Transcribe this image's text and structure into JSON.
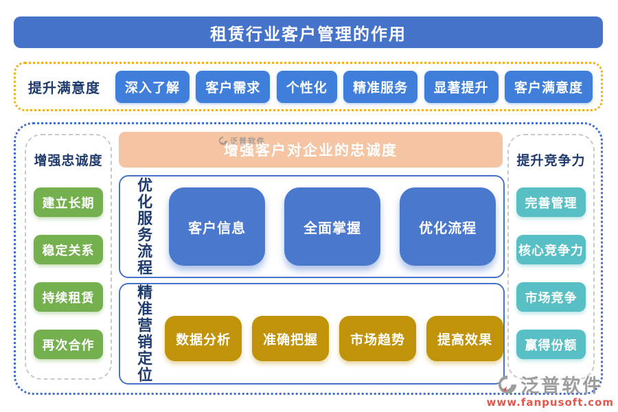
{
  "title": "租赁行业客户管理的作用",
  "satisfaction": {
    "label": "提升满意度",
    "buttons": [
      "深入了解",
      "客户需求",
      "个性化",
      "精准服务",
      "显著提升",
      "客户满意度"
    ]
  },
  "loyalty": {
    "label": "增强忠诚度",
    "buttons": [
      "建立长期",
      "稳定关系",
      "持续租赁",
      "再次合作"
    ]
  },
  "competitiveness": {
    "label": "提升竞争力",
    "buttons": [
      "完善管理",
      "核心竞争力",
      "市场竞争",
      "赢得份额"
    ]
  },
  "center": {
    "banner": "增强客户对企业的忠诚度",
    "service_box": {
      "label": "优化服务流程",
      "tiles": [
        "客户信息",
        "全面掌握",
        "优化流程"
      ]
    },
    "marketing_box": {
      "label": "精准营销定位",
      "buttons": [
        "数据分析",
        "准确把握",
        "市场趋势",
        "提高效果"
      ]
    }
  },
  "watermark": {
    "brand": "泛普软件",
    "url": "www.fanpusoft.com"
  },
  "colors": {
    "title_bar_blue": "#4573C9",
    "row_button_blue": "#3F7EDA",
    "tile_blue": "#4A78CC",
    "green": "#74B04E",
    "teal": "#58BFC4",
    "gold": "#C0930B",
    "peach_banner": "#F5C4A3",
    "navy_text": "#1F3B6D",
    "yellow_dash": "#F1AF1D",
    "blue_dash": "#3F6FD1",
    "gray_dash": "#C9C9C9",
    "watermark_gray": "#9D9D9D",
    "watermark_red": "#E2574C"
  }
}
